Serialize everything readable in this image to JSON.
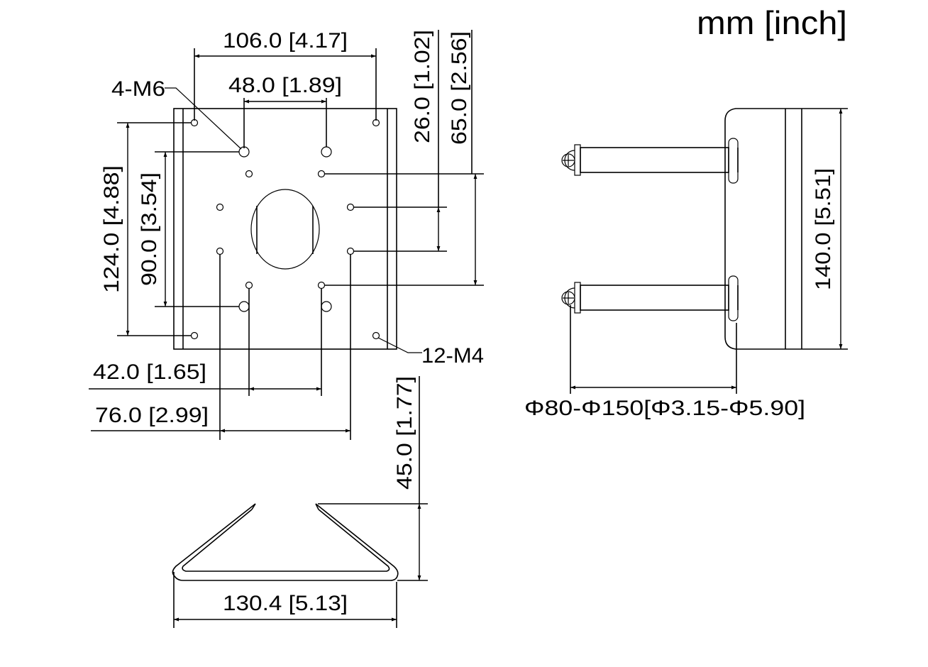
{
  "units_label": "mm [inch]",
  "top_view": {
    "dim_width_outer": "106.0 [4.17]",
    "dim_width_inner": "48.0 [1.89]",
    "dim_26": "26.0 [1.02]",
    "dim_65": "65.0 [2.56]",
    "dim_height_outer": "124.0 [4.88]",
    "dim_height_inner": "90.0 [3.54]",
    "dim_42": "42.0 [1.65]",
    "dim_76": "76.0 [2.99]",
    "callout_m6": "4-M6",
    "callout_m4": "12-M4"
  },
  "bracket_view": {
    "dim_height": "45.0 [1.77]",
    "dim_width": "130.4 [5.13]"
  },
  "side_view": {
    "dim_height": "140.0 [5.51]",
    "dim_pole": "Φ80-Φ150[Φ3.15-Φ5.90]"
  }
}
